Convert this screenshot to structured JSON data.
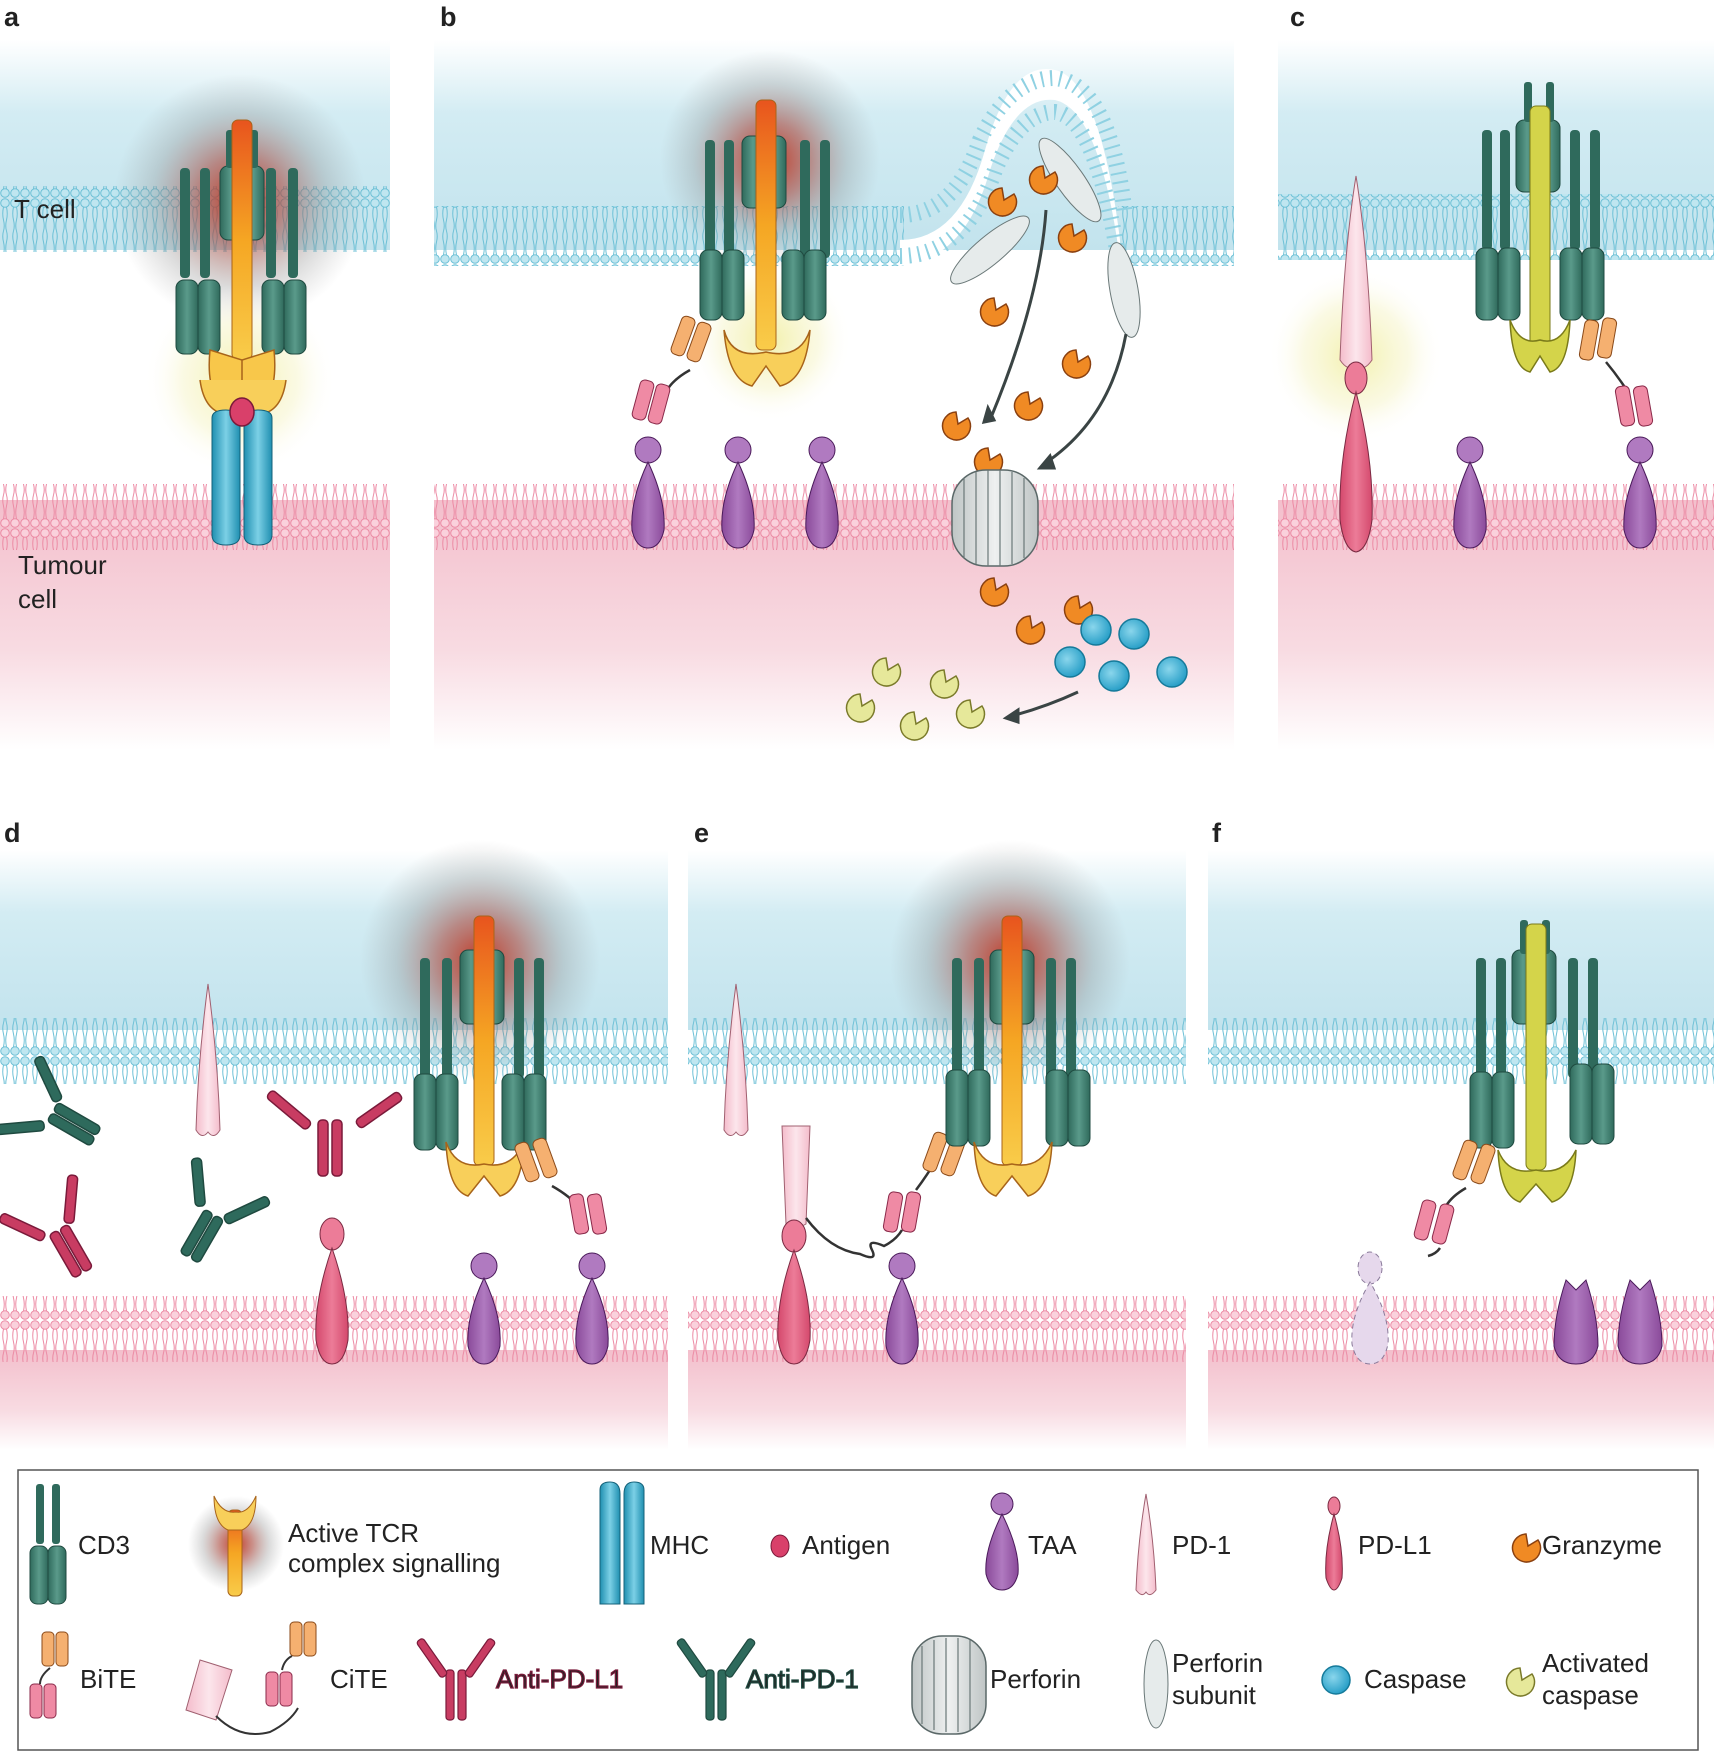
{
  "panels": [
    {
      "letter": "a"
    },
    {
      "letter": "b"
    },
    {
      "letter": "c"
    },
    {
      "letter": "d"
    },
    {
      "letter": "e"
    },
    {
      "letter": "f"
    }
  ],
  "cell_labels": {
    "t_cell": "T cell",
    "tumour_line1": "Tumour",
    "tumour_line2": "cell"
  },
  "legend": {
    "cd3": "CD3",
    "tcr_line1": "Active TCR",
    "tcr_line2": "complex signalling",
    "mhc": "MHC",
    "antigen": "Antigen",
    "taa": "TAA",
    "pd1": "PD-1",
    "pdl1": "PD-L1",
    "granzyme": "Granzyme",
    "bite": "BiTE",
    "cite": "CiTE",
    "anti_pdl1": "Anti-PD-L1",
    "anti_pd1": "Anti-PD-1",
    "perforin": "Perforin",
    "perforin_subunit_line1": "Perforin",
    "perforin_subunit_line2": "subunit",
    "caspase": "Caspase",
    "activated_caspase_line1": "Activated",
    "activated_caspase_line2": "caspase"
  },
  "colors": {
    "cd3": "#3d7a6c",
    "tcr": "#f5a623",
    "mhc": "#2aa0c0",
    "antigen": "#d9406a",
    "taa": "#9a5aa8",
    "pd1": "#f7c9d3",
    "pdl1": "#e0587a",
    "granzyme": "#f08a24",
    "bite_orange": "#f5b070",
    "bite_pink": "#ef8aa4",
    "anti_pdl1": "#c83c62",
    "anti_pd1": "#2e6a5c",
    "perforin": "#d8dcdc",
    "caspase": "#3cb0d4",
    "activated_caspase": "#e6e89a",
    "inactive_tcr": "#c8c83a",
    "t_cell_bg": "#cfe9f0",
    "tumour_bg": "#f5cdd6"
  }
}
